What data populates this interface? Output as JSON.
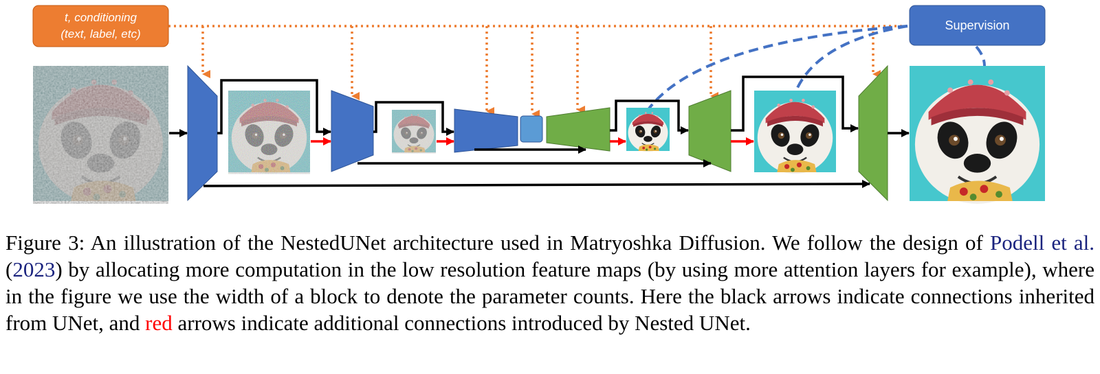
{
  "figure": {
    "conditioning_box": {
      "line1": "t, conditioning",
      "line2": "(text,  label, etc)"
    },
    "supervision_box": {
      "label": "Supervision"
    },
    "colors": {
      "encoder_blue": "#4472c4",
      "bottleneck_blue": "#5b9bd5",
      "decoder_green": "#70ad47",
      "conditioning_orange": "#ed7d31",
      "supervision_dash": "#4472c4",
      "skip_arrow": "#000000",
      "nested_arrow": "#ff0000"
    },
    "images": [
      {
        "name": "input-noisy-panda-image",
        "content": "noisy panda"
      },
      {
        "name": "encoder-noisy-panda-image-1",
        "content": "noisy panda"
      },
      {
        "name": "encoder-noisy-panda-image-2",
        "content": "noisy panda"
      },
      {
        "name": "decoder-panda-image-1",
        "content": "panda"
      },
      {
        "name": "decoder-panda-image-2",
        "content": "panda"
      },
      {
        "name": "output-panda-image",
        "content": "panda"
      }
    ]
  },
  "caption": {
    "label": "Figure 3:",
    "text_1": "An illustration of the NestedUNet architecture used in Matryoshka Diffusion. We follow the design of",
    "cite_author": "Podell et al.",
    "paren_open": "(",
    "cite_year": "2023",
    "text_2": ") by allocating more computation in the low resolution feature maps (by using more attention layers for example), where in the figure we use the width of a block to denote the parameter counts. Here the black arrows indicate connections inherited from UNet, and",
    "red_word": "red",
    "text_3": "arrows indicate additional connections introduced by Nested UNet."
  }
}
